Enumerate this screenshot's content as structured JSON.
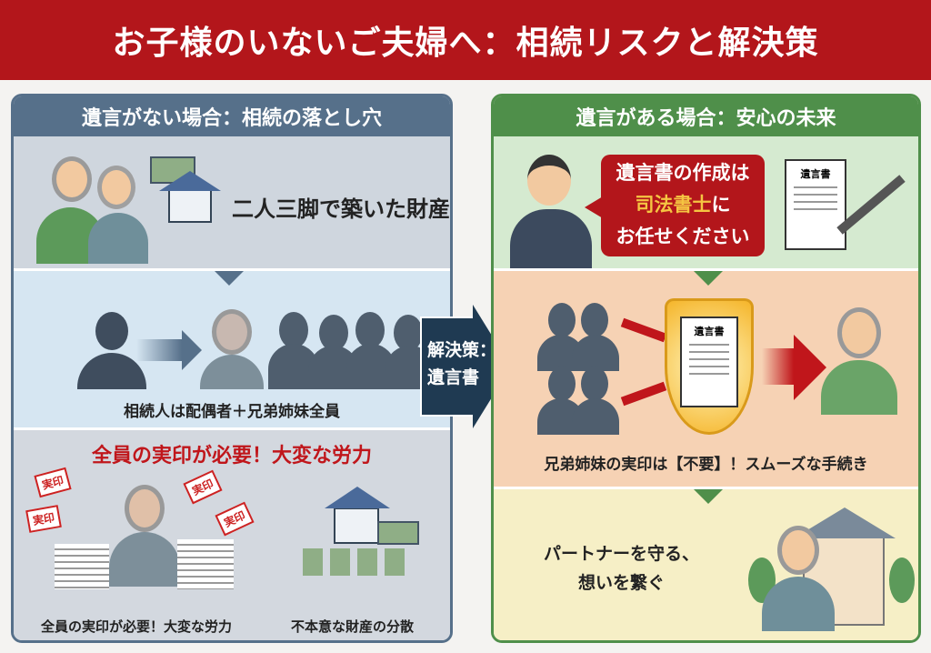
{
  "title": "お子様のいないご夫婦へ：相続リスクと解決策",
  "left": {
    "header": "遺言がない場合：相続の落とし穴",
    "asset_text": "二人三脚で築いた財産",
    "heirs_text": "相続人は配偶者＋兄弟姉妹全員",
    "problem_heading": "全員の実印が必要！大変な労力",
    "stamp_label": "実印",
    "caption_left": "全員の実印が必要！大変な労力",
    "caption_right": "不本意な財産の分散"
  },
  "center_arrow": {
    "line1": "解決策：",
    "line2": "遺言書"
  },
  "right": {
    "header": "遺言がある場合：安心の未来",
    "bubble_line1": "遺言書の作成は",
    "bubble_line2": "司法書士",
    "bubble_line2_suffix": "に",
    "bubble_line3": "お任せください",
    "document_label": "遺言書",
    "result_text": "兄弟姉妹の実印は【不要】！スムーズな手続き",
    "future_line1": "パートナーを守る、",
    "future_line2": "想いを繋ぐ"
  },
  "colors": {
    "title_red": "#b3161b",
    "left_accent": "#56708a",
    "right_accent": "#4f8f4a",
    "navy": "#1f3a52",
    "highlight": "#f5c542"
  }
}
